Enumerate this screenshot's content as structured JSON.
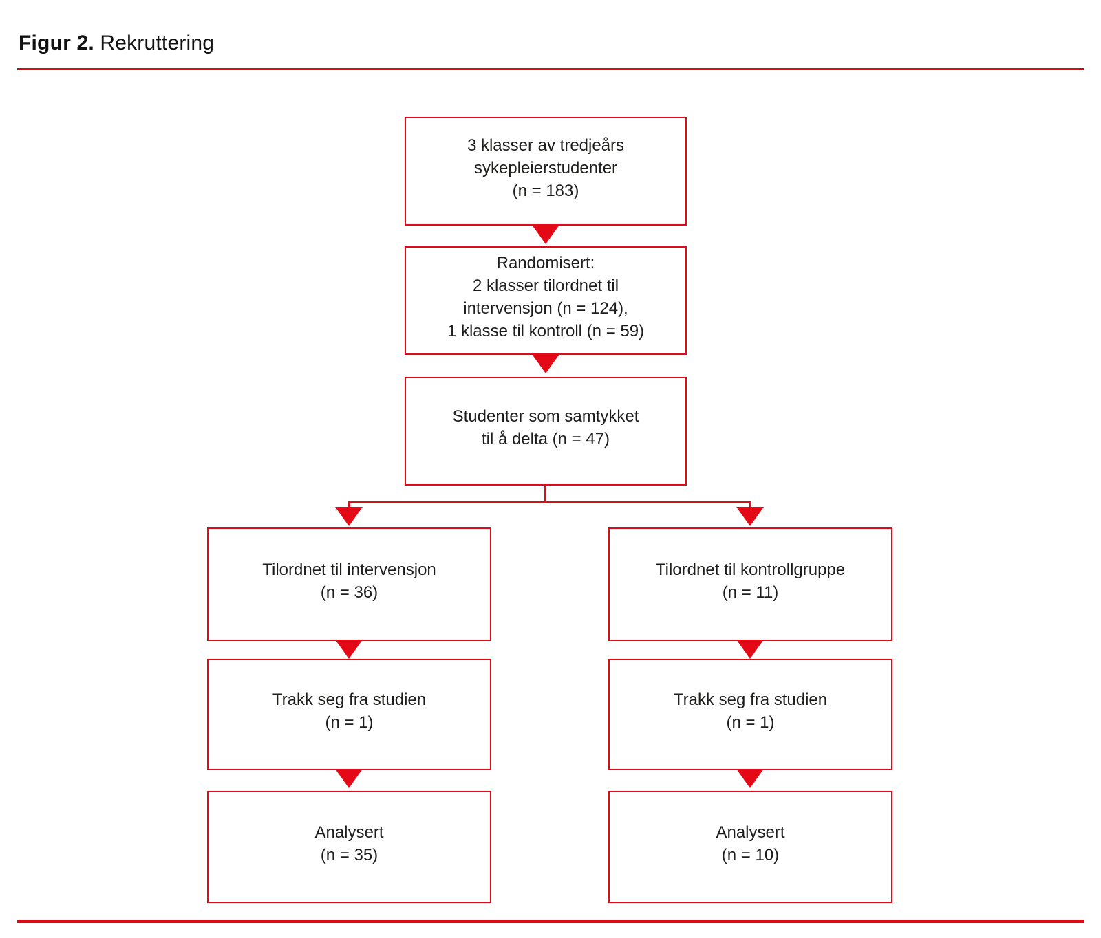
{
  "title": {
    "prefix": "Figur 2.",
    "suffix": "Rekruttering"
  },
  "colors": {
    "accent_red": "#e30917",
    "text": "#1d1d1b",
    "background": "#ffffff"
  },
  "flowchart": {
    "type": "flowchart",
    "nodes": {
      "cohort": {
        "text": "3 klasser av tredjeårs\nsykepleierstudenter\n(n = 183)"
      },
      "randomised": {
        "text": "Randomisert:\n2 klasser tilordnet til\nintervensjon (n = 124),\n1 klasse til kontroll (n = 59)"
      },
      "consented": {
        "text": "Studenter som samtykket\ntil å delta (n = 47)"
      },
      "intervention_assigned": {
        "text": "Tilordnet til intervensjon\n(n = 36)"
      },
      "control_assigned": {
        "text": "Tilordnet til kontrollgruppe\n(n = 11)"
      },
      "intervention_withdrew": {
        "text": "Trakk seg fra studien\n(n = 1)"
      },
      "control_withdrew": {
        "text": "Trakk seg fra studien\n(n = 1)"
      },
      "intervention_analysed": {
        "text": "Analysert\n(n = 35)"
      },
      "control_analysed": {
        "text": "Analysert\n(n = 10)"
      }
    },
    "edges": [
      {
        "from": "cohort",
        "to": "randomised"
      },
      {
        "from": "randomised",
        "to": "consented"
      },
      {
        "from": "consented",
        "to": "intervention_assigned"
      },
      {
        "from": "consented",
        "to": "control_assigned"
      },
      {
        "from": "intervention_assigned",
        "to": "intervention_withdrew"
      },
      {
        "from": "control_assigned",
        "to": "control_withdrew"
      },
      {
        "from": "intervention_withdrew",
        "to": "intervention_analysed"
      },
      {
        "from": "control_withdrew",
        "to": "control_analysed"
      }
    ]
  }
}
